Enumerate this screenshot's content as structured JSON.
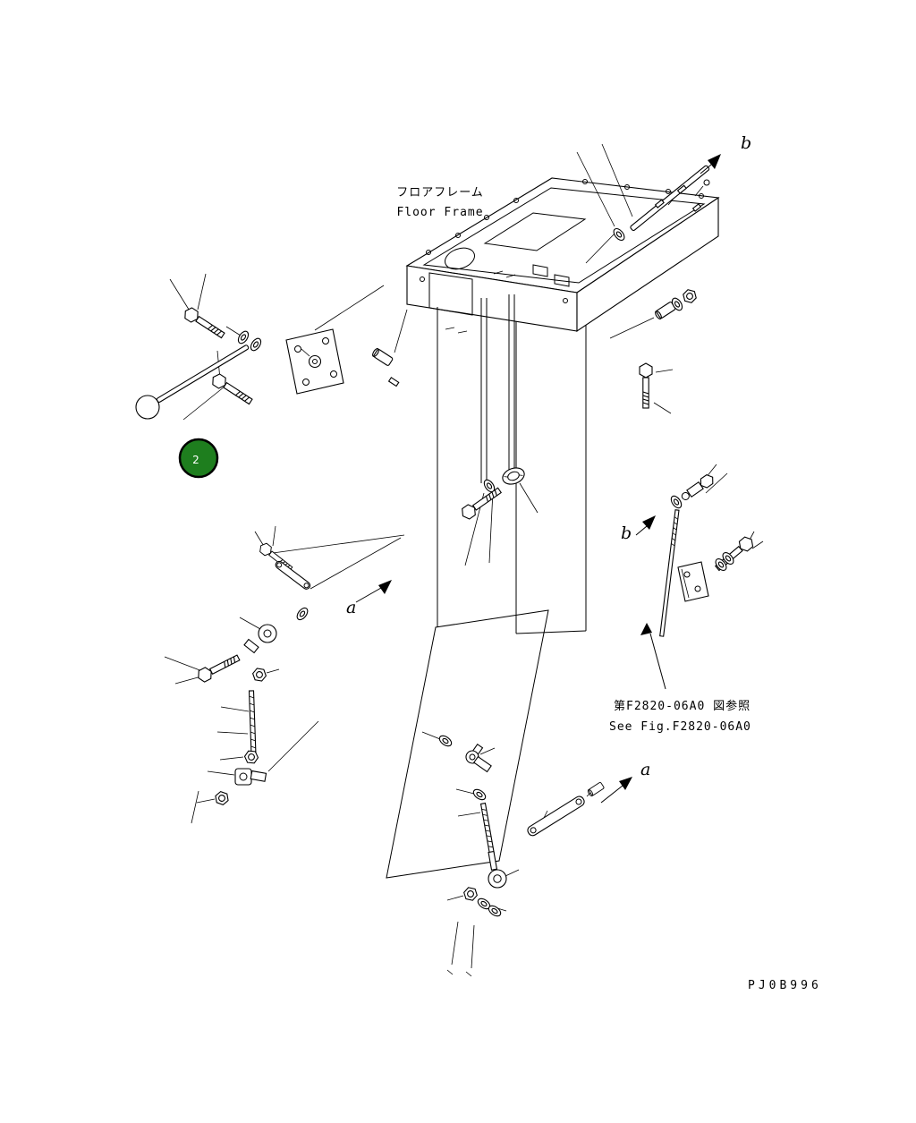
{
  "diagram": {
    "title_jp": "フロアフレーム",
    "title_en": "Floor Frame",
    "reference_note_jp": "第F2820-06A0 図参照",
    "reference_note_en": "See Fig.F2820-06A0",
    "drawing_code": "PJ0B996",
    "callout": {
      "number": "2",
      "color": "#1e7e1e"
    },
    "view_labels": {
      "a": "a",
      "b": "b"
    }
  }
}
